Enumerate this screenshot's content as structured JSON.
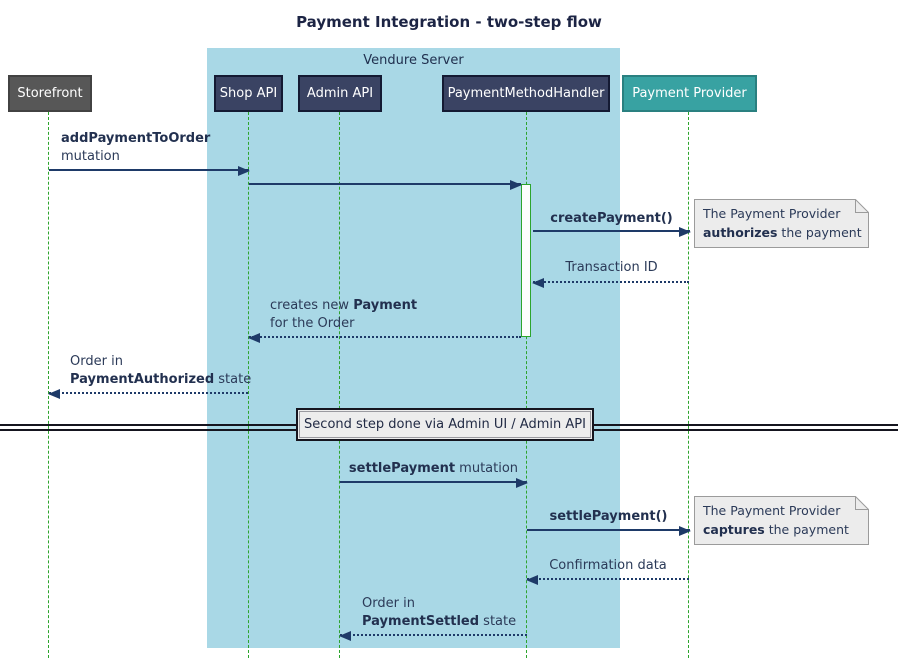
{
  "title": "Payment Integration - two-step flow",
  "frame": {
    "label": "Vendure Server"
  },
  "participants": [
    {
      "name": "Storefront"
    },
    {
      "name": "Shop API"
    },
    {
      "name": "Admin API"
    },
    {
      "name": "PaymentMethodHandler"
    },
    {
      "name": "Payment Provider"
    }
  ],
  "messages": {
    "add_payment": {
      "keyword": "addPaymentToOrder",
      "line2": "mutation"
    },
    "create_payment": {
      "keyword": "createPayment()"
    },
    "transaction_id": {
      "text": "Transaction ID"
    },
    "creates_payment": {
      "pre": "creates new ",
      "keyword": "Payment",
      "line2": "for the Order"
    },
    "order_authorized": {
      "line1": "Order in",
      "keyword": "PaymentAuthorized",
      "rest": " state"
    },
    "settle_mutation": {
      "keyword": "settlePayment",
      "rest": " mutation"
    },
    "settle_call": {
      "keyword": "settlePayment()"
    },
    "confirmation": {
      "text": "Confirmation data"
    },
    "order_settled": {
      "line1": "Order in",
      "keyword": "PaymentSettled",
      "rest": " state"
    }
  },
  "divider": {
    "label": "Second step done via Admin UI / Admin API"
  },
  "notes": [
    {
      "line1": "The Payment Provider",
      "keyword": "authorizes",
      "rest": " the payment"
    },
    {
      "line1": "The Payment Provider",
      "keyword": "captures",
      "rest": " the payment"
    }
  ],
  "colors": {
    "frame_bg": "#a9d8e6",
    "participant_navy": "#3a4363",
    "participant_gray": "#575757",
    "participant_teal": "#38a2a2",
    "lifeline_green": "#2da42d",
    "arrow_navy": "#1e3a68",
    "note_bg": "#ececec"
  }
}
